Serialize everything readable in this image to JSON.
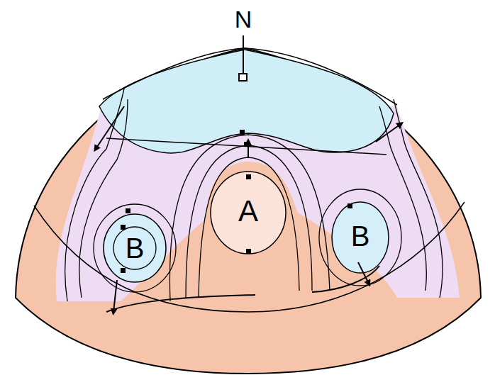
{
  "diagram": {
    "labels": [
      "N",
      "A",
      "B",
      "B"
    ]
  }
}
